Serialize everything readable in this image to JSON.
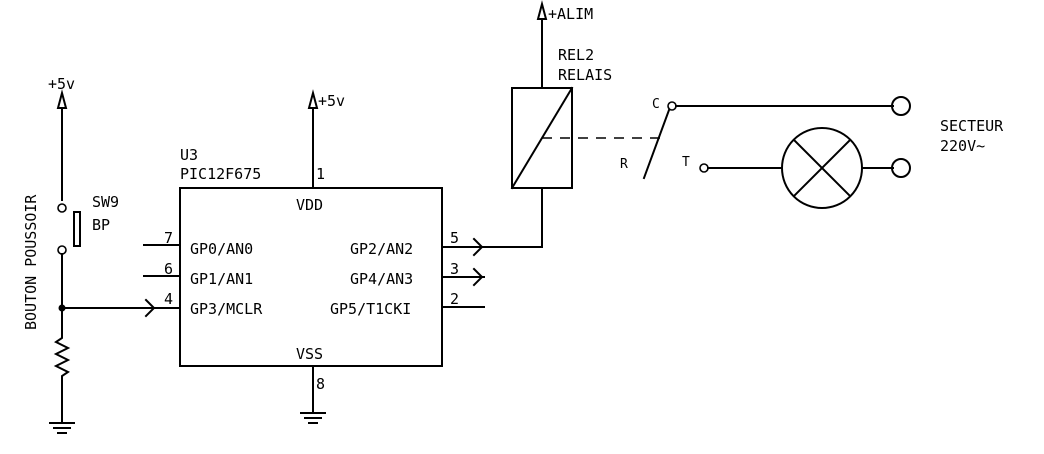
{
  "supplies": {
    "v5_left": "+5v",
    "v5_chip": "+5v",
    "alim": "+ALIM"
  },
  "button": {
    "side_label": "BOUTON POUSSOIR",
    "ref": "SW9",
    "value": "BP"
  },
  "mcu": {
    "ref": "U3",
    "part": "PIC12F675",
    "vdd": "VDD",
    "vss": "VSS",
    "pins": {
      "vdd_num": "1",
      "vss_num": "8",
      "gp0": "GP0/AN0",
      "gp0_num": "7",
      "gp1": "GP1/AN1",
      "gp1_num": "6",
      "gp3": "GP3/MCLR",
      "gp3_num": "4",
      "gp2": "GP2/AN2",
      "gp2_num": "5",
      "gp4": "GP4/AN3",
      "gp4_num": "3",
      "gp5": "GP5/T1CKI",
      "gp5_num": "2"
    }
  },
  "relay": {
    "ref": "REL2",
    "value": "RELAIS",
    "c": "C",
    "r": "R",
    "t": "T"
  },
  "mains": {
    "line1": "SECTEUR",
    "line2": "220V~"
  }
}
